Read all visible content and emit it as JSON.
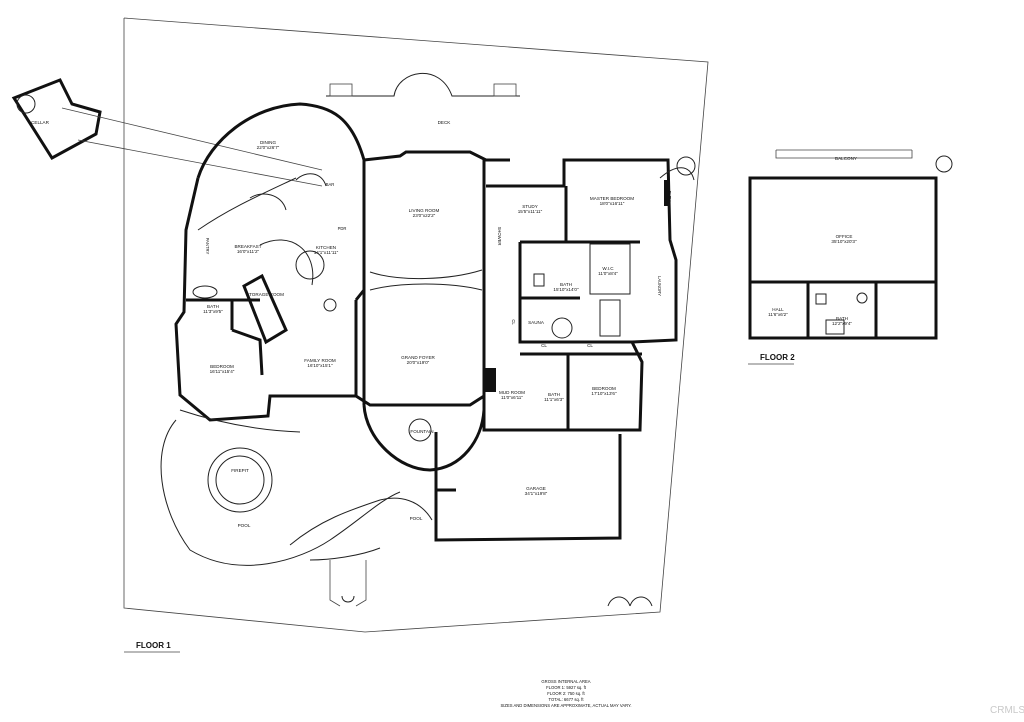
{
  "floor1": {
    "title": "FLOOR 1",
    "rooms": [
      {
        "key": "cellar",
        "name": "CELLAR",
        "dim": ""
      },
      {
        "key": "dining",
        "name": "DINING",
        "dim": "22'0\"x26'7\""
      },
      {
        "key": "deck",
        "name": "DECK",
        "dim": ""
      },
      {
        "key": "living",
        "name": "LIVING ROOM",
        "dim": "23'0\"x22'2\""
      },
      {
        "key": "study",
        "name": "STUDY",
        "dim": "15'5\"x11'11\""
      },
      {
        "key": "master",
        "name": "MASTER BEDROOM",
        "dim": "18'0\"x16'11\""
      },
      {
        "key": "breakfast",
        "name": "BREAKFAST",
        "dim": "16'0\"x11'2\""
      },
      {
        "key": "kitchen",
        "name": "KITCHEN",
        "dim": "14'1\"x11'11\""
      },
      {
        "key": "bath1",
        "name": "BATH",
        "dim": "11'3\"x9'5\""
      },
      {
        "key": "storage",
        "name": "STORAGE ROOM",
        "dim": ""
      },
      {
        "key": "family",
        "name": "FAMILY ROOM",
        "dim": "16'10\"x15'1\""
      },
      {
        "key": "bedroom1",
        "name": "BEDROOM",
        "dim": "16'11\"x15'4\""
      },
      {
        "key": "foyer",
        "name": "GRAND FOYER",
        "dim": "20'0\"x19'0\""
      },
      {
        "key": "bath2",
        "name": "BATH",
        "dim": "15'10\"x14'0\""
      },
      {
        "key": "wic",
        "name": "W.I.C",
        "dim": "11'0\"x8'4\""
      },
      {
        "key": "sauna",
        "name": "SAUNA",
        "dim": ""
      },
      {
        "key": "mud",
        "name": "MUD ROOM",
        "dim": "11'0\"x6'11\""
      },
      {
        "key": "bath3",
        "name": "BATH",
        "dim": "11'1\"x6'3\""
      },
      {
        "key": "bedroom2",
        "name": "BEDROOM",
        "dim": "17'10\"x13'6\""
      },
      {
        "key": "fountain",
        "name": "FOUNTAIN",
        "dim": ""
      },
      {
        "key": "firepit",
        "name": "FIREPIT",
        "dim": ""
      },
      {
        "key": "pool",
        "name": "POOL",
        "dim": ""
      },
      {
        "key": "pool2",
        "name": "POOL",
        "dim": ""
      },
      {
        "key": "garage",
        "name": "GARAGE",
        "dim": "34'1\"x19'8\""
      },
      {
        "key": "cl1",
        "name": "CL",
        "dim": ""
      },
      {
        "key": "cl2",
        "name": "CL",
        "dim": ""
      }
    ],
    "small_labels": [
      "BAR",
      "PANTRY",
      "PDR",
      "SHOWER",
      "CL",
      "LAUNDRY",
      "ELEV"
    ]
  },
  "floor2": {
    "title": "FLOOR 2",
    "rooms": [
      {
        "key": "balcony",
        "name": "BALCONY",
        "dim": ""
      },
      {
        "key": "office",
        "name": "OFFICE",
        "dim": "35'10\"x20'3\""
      },
      {
        "key": "hall",
        "name": "HALL",
        "dim": "11'6\"x6'2\""
      },
      {
        "key": "bath",
        "name": "BATH",
        "dim": "12'2\"x9'4\""
      }
    ]
  },
  "area_note": {
    "heading": "GROSS INTERNAL AREA",
    "lines": [
      "FLOOR 1:  5927 sq. ft",
      "FLOOR 2:  750 sq. ft",
      "TOTAL:  6677 sq. ft"
    ],
    "disclaimer": "SIZES AND DIMENSIONS ARE APPROXIMATE, ACTUAL MAY VARY."
  },
  "watermark": "CRMLS"
}
